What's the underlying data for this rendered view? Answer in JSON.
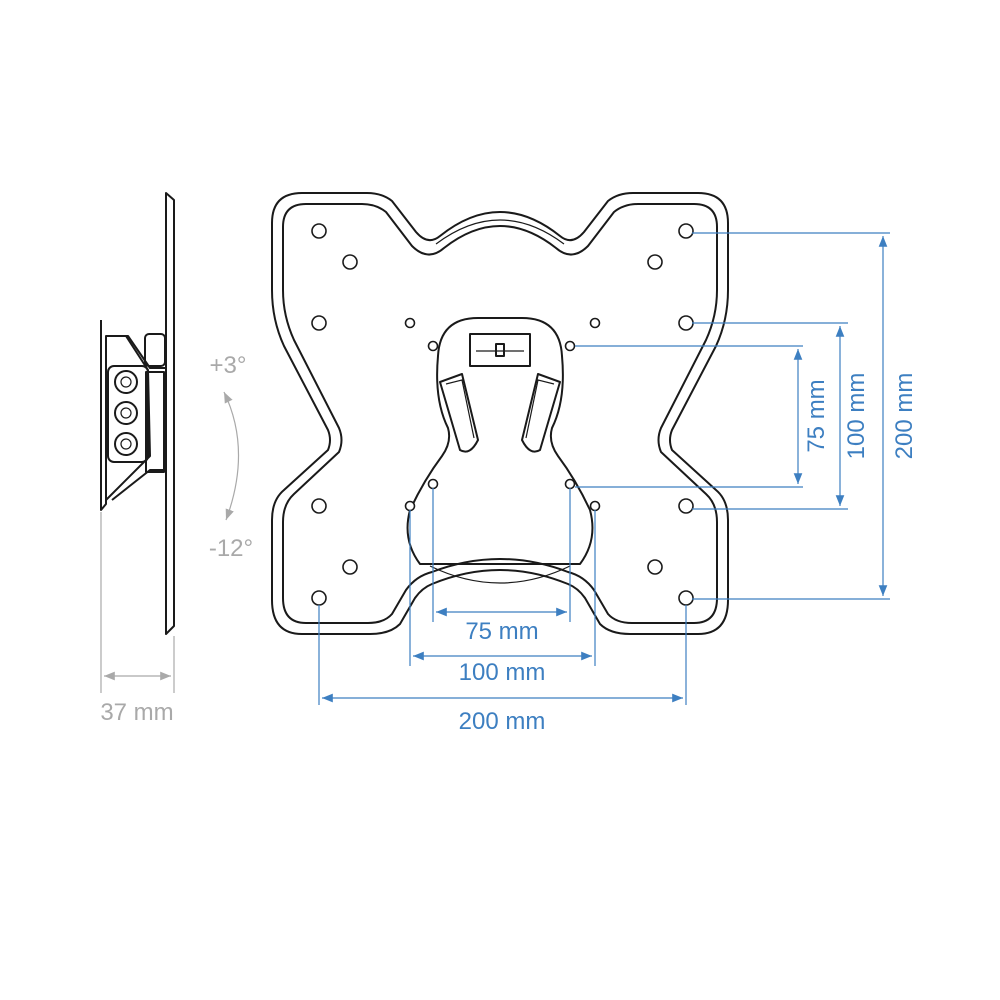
{
  "labels": {
    "side_depth": "37 mm",
    "tilt_up": "+3°",
    "tilt_down": "-12°",
    "h_75": "75 mm",
    "h_100": "100 mm",
    "h_200": "200 mm",
    "v_75": "75 mm",
    "v_100": "100 mm",
    "v_200": "200 mm"
  },
  "colors": {
    "dimension_blue": "#3d7fc1",
    "dimension_gray": "#a9a9a9",
    "outline": "#1a1a1a"
  }
}
